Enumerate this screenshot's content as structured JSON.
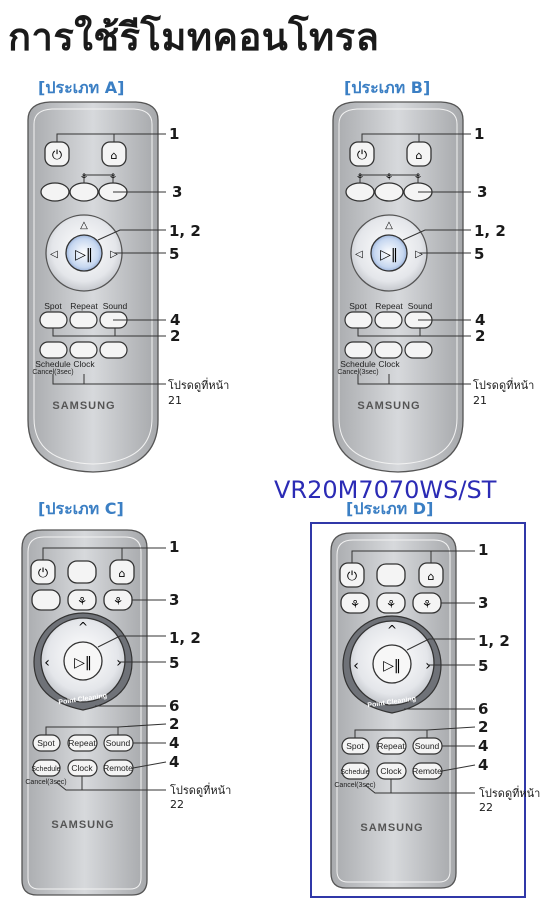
{
  "title": "การใช้รีโมทคอนโทรล",
  "model": "VR20M7070WS/ST",
  "brand": "SAMSUNG",
  "remotes": [
    {
      "label": "[ประเภท A]",
      "buttons": {
        "spot": "Spot",
        "repeat": "Repeat",
        "sound": "Sound",
        "schedule": "Schedule",
        "cancel": "Cancel(3sec)",
        "clock": "Clock"
      },
      "callouts": [
        "1",
        "3",
        "1, 2",
        "5",
        "4",
        "2"
      ],
      "ref_text": "โปรดดูที่หน้า",
      "ref_page": "21"
    },
    {
      "label": "[ประเภท B]",
      "buttons": {
        "spot": "Spot",
        "repeat": "Repeat",
        "sound": "Sound",
        "schedule": "Schedule",
        "cancel": "Cancel(3sec)",
        "clock": "Clock"
      },
      "callouts": [
        "1",
        "3",
        "1, 2",
        "5",
        "4",
        "2"
      ],
      "ref_text": "โปรดดูที่หน้า",
      "ref_page": "21"
    },
    {
      "label": "[ประเภท C]",
      "buttons": {
        "spot": "Spot",
        "repeat": "Repeat",
        "sound": "Sound",
        "schedule": "Schedule",
        "cancel": "Cancel(3sec)",
        "clock": "Clock",
        "remote": "Remote",
        "point_cleaning": "Point Cleaning"
      },
      "callouts": [
        "1",
        "3",
        "1, 2",
        "5",
        "6",
        "2",
        "4",
        "4"
      ],
      "ref_text": "โปรดดูที่หน้า",
      "ref_page": "22"
    },
    {
      "label": "[ประเภท D]",
      "buttons": {
        "spot": "Spot",
        "repeat": "Repeat",
        "sound": "Sound",
        "schedule": "Schedule",
        "cancel": "Cancel(3sec)",
        "clock": "Clock",
        "remote": "Remote",
        "point_cleaning": "Point Cleaning"
      },
      "callouts": [
        "1",
        "3",
        "1, 2",
        "5",
        "6",
        "2",
        "4",
        "4"
      ],
      "ref_text": "โปรดดูที่หน้า",
      "ref_page": "22"
    }
  ]
}
